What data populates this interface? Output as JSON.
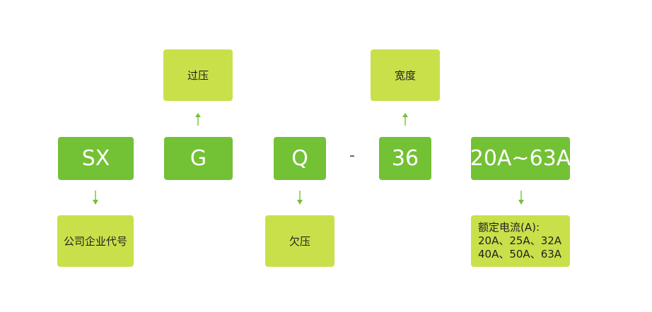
{
  "colors": {
    "code_box": "#73c135",
    "desc_box": "#c9e04a",
    "arrow": "#73c135"
  },
  "codes": {
    "sx": "SX",
    "g": "G",
    "q": "Q",
    "separator": "-",
    "width": "36",
    "current": "20A~63A"
  },
  "descriptions": {
    "sx": "公司企业代号",
    "g": "过压",
    "q": "欠压",
    "width": "宽度",
    "current_title": "额定电流(A):",
    "current_line1": "20A、25A、32A",
    "current_line2": "40A、50A、63A"
  }
}
